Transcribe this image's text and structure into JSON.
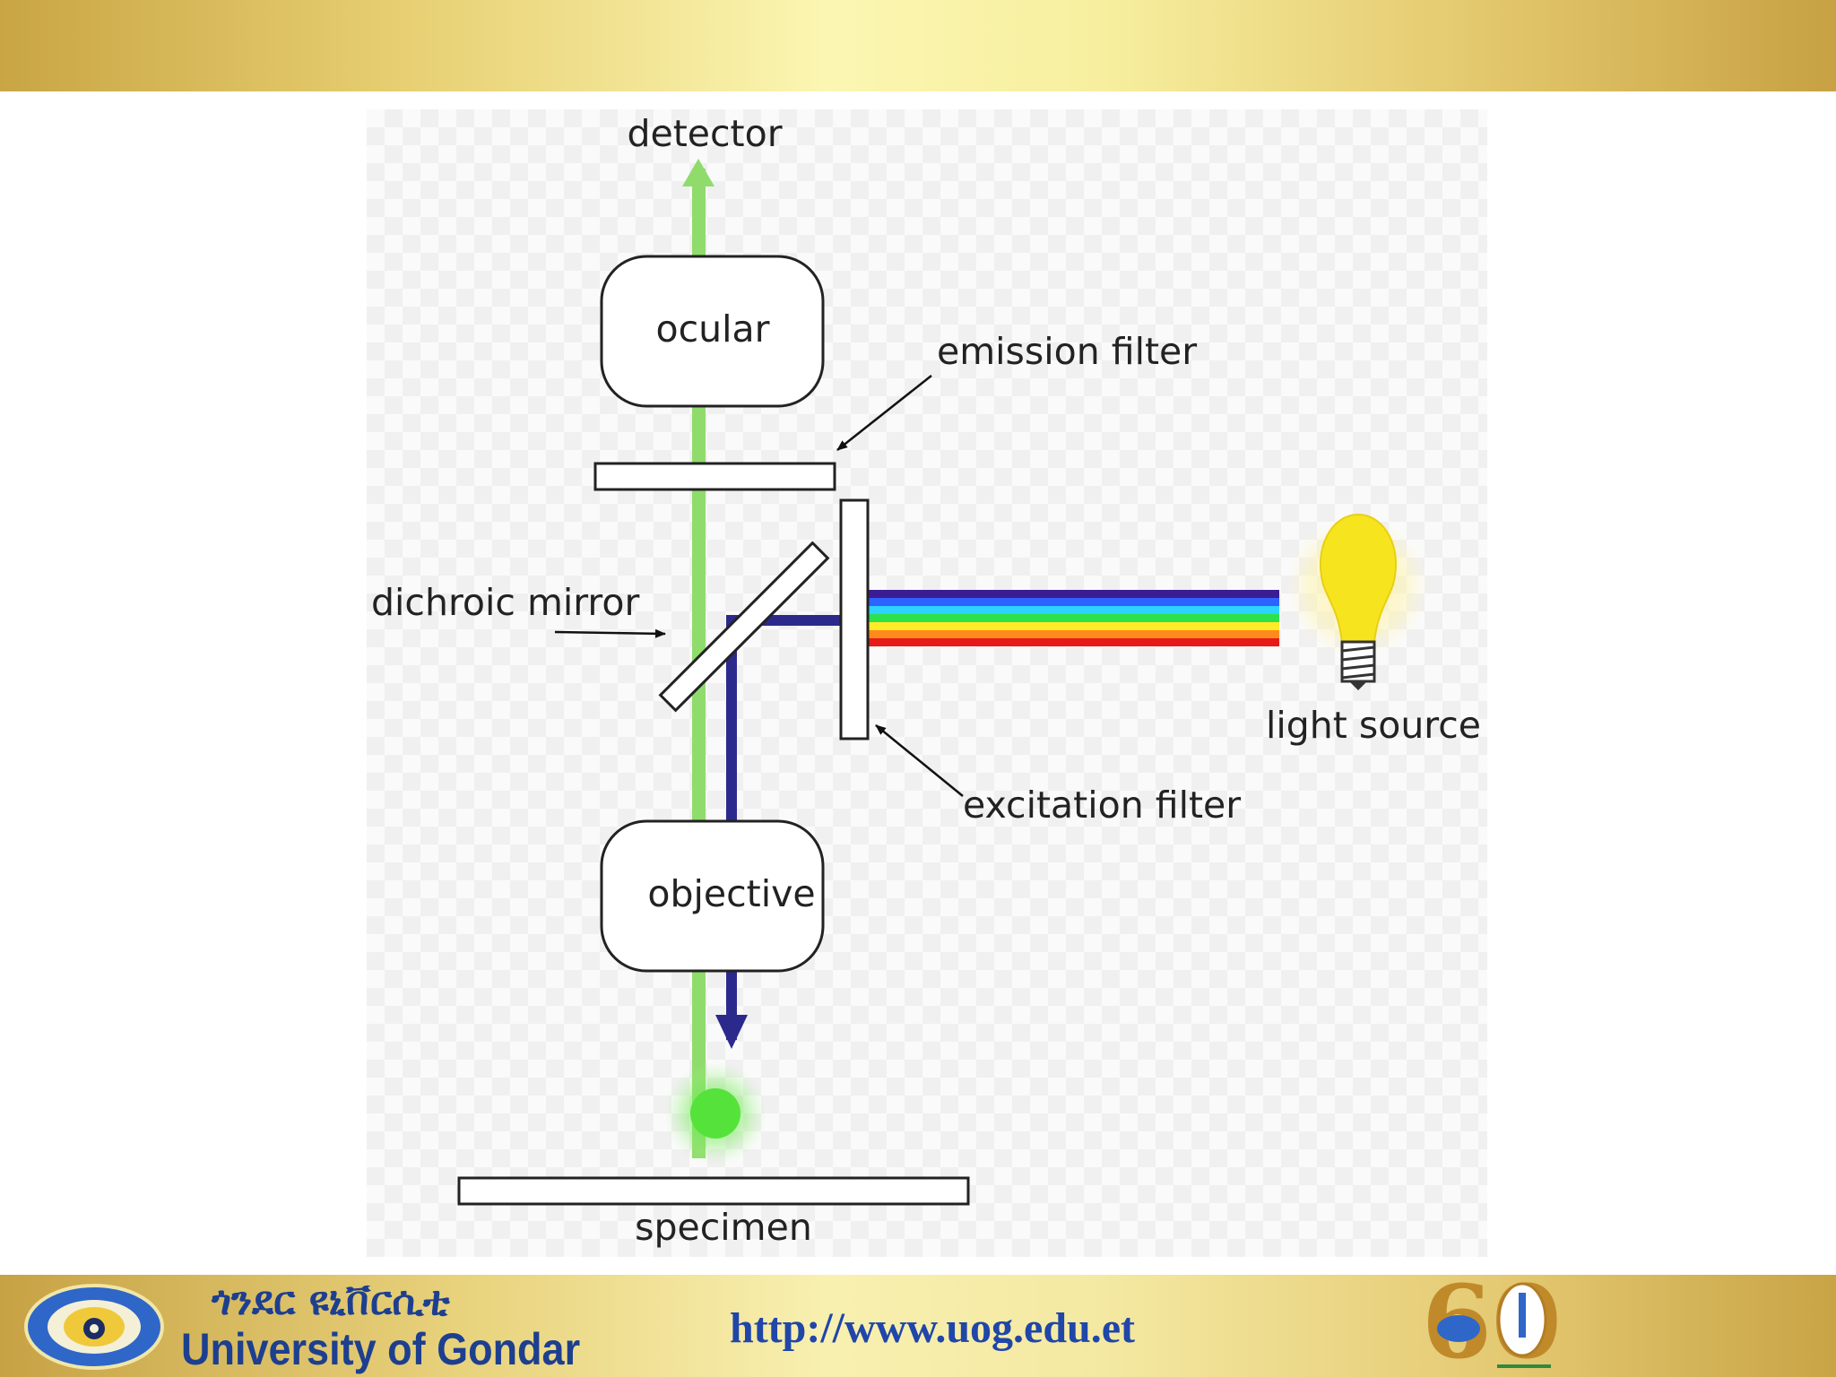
{
  "diagram": {
    "labels": {
      "detector": "detector",
      "ocular": "ocular",
      "emission_filter": "emission filter",
      "dichroic_mirror": "dichroic mirror",
      "light_source": "light source",
      "excitation_filter": "excitation filter",
      "objective": "objective",
      "specimen": "specimen"
    },
    "colors": {
      "emission_beam": "#8fdc6c",
      "excitation_beam": "#2b2a8c",
      "specimen_glow": "#55e33b",
      "bulb": "#f6e51e",
      "spectrum": [
        "#3b1c92",
        "#2d63ff",
        "#2dd3ff",
        "#2ee14c",
        "#ffeb28",
        "#ff8a1c",
        "#e61a1a"
      ]
    }
  },
  "footer": {
    "university_name_amharic": "ጎንደር ዩኒቨርሲቲ",
    "university_name": "University of Gondar",
    "url": "http://www.uog.edu.et",
    "anniversary_number": "60"
  }
}
